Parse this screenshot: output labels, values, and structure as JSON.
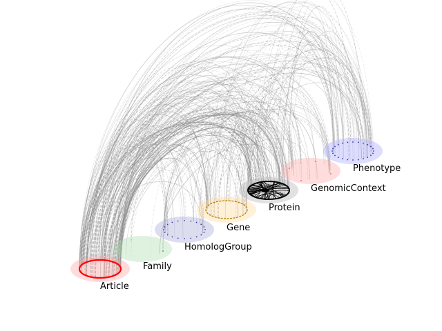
{
  "diagram": {
    "type": "multilayer-network",
    "layers": [
      {
        "id": "article",
        "label": "Article",
        "fill": "#ff9999",
        "ring": "#ff0000",
        "node_count": 0
      },
      {
        "id": "family",
        "label": "Family",
        "fill": "#a3d7a3",
        "ring": "#2e8b57",
        "node_count": 1
      },
      {
        "id": "homolog",
        "label": "HomologGroup",
        "fill": "#9f9fd4",
        "ring": "#3b3b9a",
        "node_count": 20
      },
      {
        "id": "gene",
        "label": "Gene",
        "fill": "#ffd590",
        "ring": "#b8860b",
        "node_count": 0
      },
      {
        "id": "protein",
        "label": "Protein",
        "fill": "#b3b3b3",
        "ring": "#000000",
        "node_count": 0
      },
      {
        "id": "genomic",
        "label": "GenomicContext",
        "fill": "#ffb3b3",
        "ring": "#cc5555",
        "node_count": 4
      },
      {
        "id": "phenotype",
        "label": "Phenotype",
        "fill": "#b3b3ff",
        "ring": "#3333aa",
        "node_count": 24
      }
    ],
    "edge_color": "#888888"
  }
}
